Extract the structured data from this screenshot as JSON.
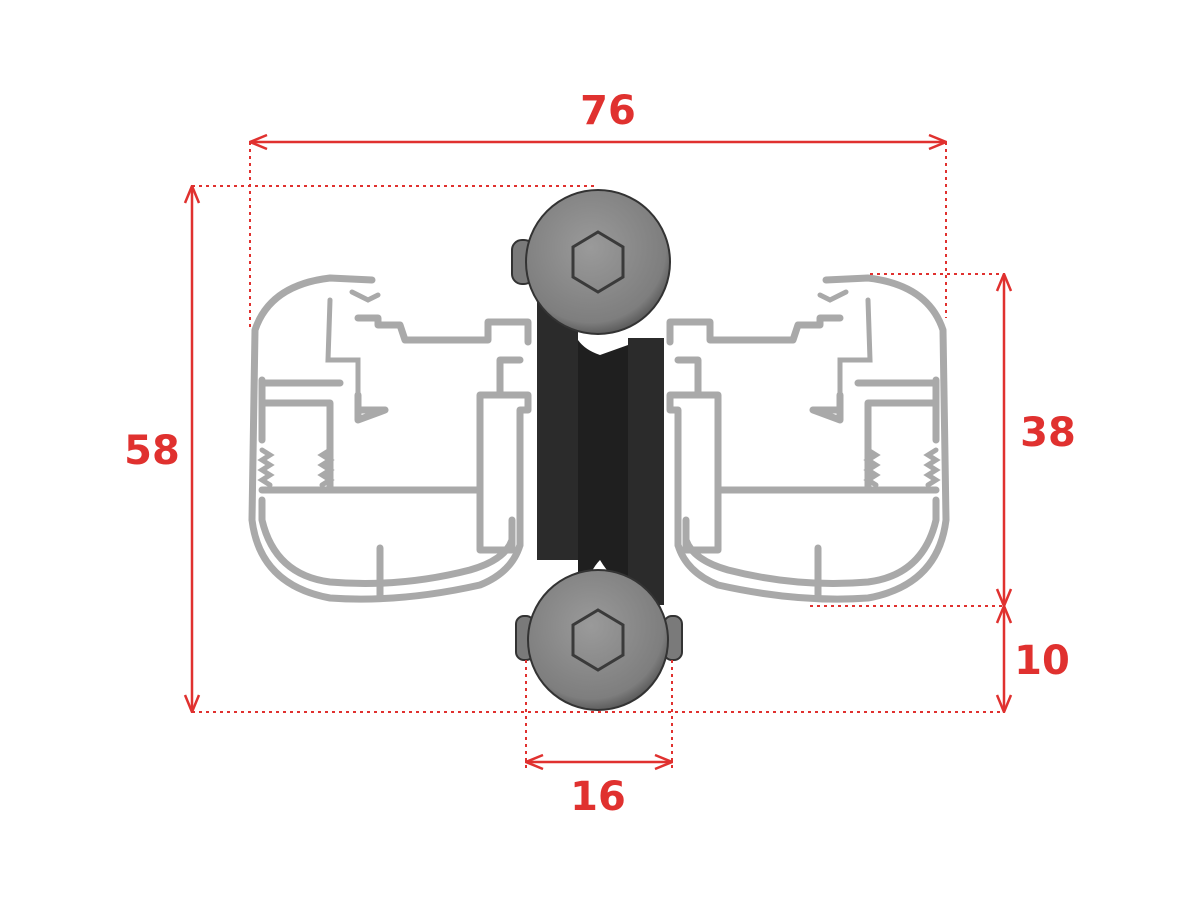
{
  "dimensions": {
    "overall_width": "76",
    "overall_height": "58",
    "profile_height": "38",
    "offset_height": "10",
    "hinge_width": "16"
  },
  "colors": {
    "dimension": "#e0312f",
    "profile": "#a9a9a9",
    "hinge_body": "#2b2b2b",
    "knuckle": "#8c8c8c"
  }
}
